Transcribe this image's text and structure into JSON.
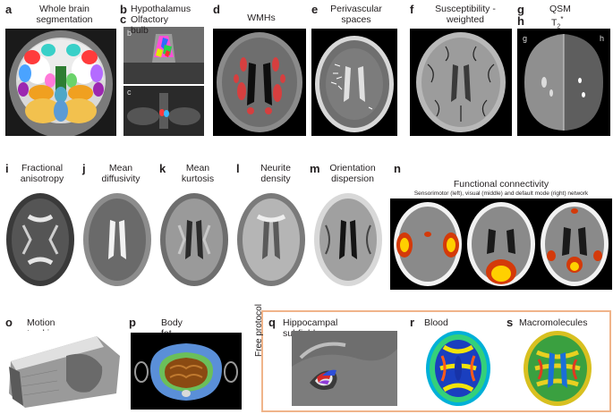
{
  "panels": {
    "a": {
      "letter": "a",
      "title": "Whole brain\nsegmentation"
    },
    "b": {
      "letter": "b",
      "title": "Hypothalamus",
      "inset": "b"
    },
    "c": {
      "letter": "c",
      "title": "Olfactory bulb",
      "inset": "c"
    },
    "d": {
      "letter": "d",
      "title": "WMHs"
    },
    "e": {
      "letter": "e",
      "title": "Perivascular\nspaces"
    },
    "f": {
      "letter": "f",
      "title": "Susceptibility -\nweighted"
    },
    "g": {
      "letter": "g",
      "title": "QSM",
      "inset": "g"
    },
    "h": {
      "letter": "h",
      "title": "T",
      "title_sub": "2",
      "title_sup": "*",
      "inset": "h"
    },
    "i": {
      "letter": "i",
      "title": "Fractional\nanisotropy"
    },
    "j": {
      "letter": "j",
      "title": "Mean\ndiffusivity"
    },
    "k": {
      "letter": "k",
      "title": "Mean\nkurtosis"
    },
    "l": {
      "letter": "l",
      "title": "Neurite\ndensity"
    },
    "m": {
      "letter": "m",
      "title": "Orientation\ndispersion"
    },
    "n": {
      "letter": "n",
      "title": "Functional connectivity",
      "subtitle": "Sensorimotor (left), visual (middle) and default mode (right) network"
    },
    "o": {
      "letter": "o",
      "title": "Motion tracking"
    },
    "p": {
      "letter": "p",
      "title": "Body fat"
    },
    "q": {
      "letter": "q",
      "title": "Hippocampal subfields"
    },
    "r": {
      "letter": "r",
      "title": "Blood flow"
    },
    "s": {
      "letter": "s",
      "title": "Macromolecules"
    }
  },
  "free_protocol_label": "Free protocol",
  "colors": {
    "frame": "#f0b48a",
    "hot": "#ffd000",
    "wmh": "#e23a3a",
    "fat_blue": "#5a8fd8",
    "fat_brown": "#8a4a12"
  }
}
